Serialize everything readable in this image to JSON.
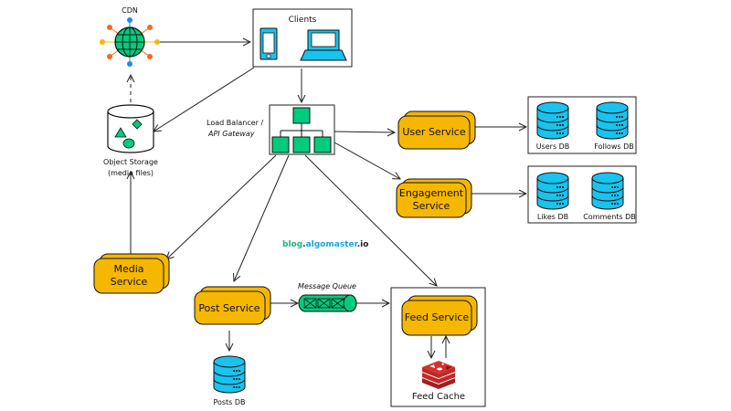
{
  "colors": {
    "service_fill": "#f5b700",
    "db_fill": "#19c3ee",
    "green": "#00cc7e",
    "orange_dot": "#f56a1e",
    "yellow_dot": "#fbb512",
    "blue_dot": "#1a8fe0",
    "redis_red": "#d6302b",
    "watermark_green": "#19b87a",
    "watermark_blue": "#1aa3e0",
    "watermark_dark": "#222222"
  },
  "nodes": {
    "cdn": {
      "label": "CDN"
    },
    "clients": {
      "label": "Clients"
    },
    "object_storage": {
      "label_line1": "Object Storage",
      "label_line2": "(media files)"
    },
    "load_balancer": {
      "label_line1": "Load Balancer /",
      "label_line2": "API Gateway"
    },
    "user_service": {
      "label": "User Service"
    },
    "engagement_service": {
      "label_line1": "Engagement",
      "label_line2": "Service"
    },
    "media_service": {
      "label_line1": "Media",
      "label_line2": "Service"
    },
    "post_service": {
      "label": "Post Service"
    },
    "message_queue": {
      "label": "Message Queue"
    },
    "feed_service": {
      "label": "Feed Service"
    },
    "feed_cache": {
      "label": "Feed Cache"
    },
    "users_db": {
      "label": "Users DB"
    },
    "follows_db": {
      "label": "Follows DB"
    },
    "likes_db": {
      "label": "Likes DB"
    },
    "comments_db": {
      "label": "Comments DB"
    },
    "posts_db": {
      "label": "Posts DB"
    }
  },
  "watermark": {
    "part1": "blog",
    "dot1": ".",
    "part2": "algomaster",
    "dot2": ".",
    "part3": "io"
  },
  "edges": [
    {
      "from": "cdn",
      "to": "clients"
    },
    {
      "from": "object_storage",
      "to": "cdn",
      "style": "dashed"
    },
    {
      "from": "clients",
      "to": "object_storage"
    },
    {
      "from": "clients",
      "to": "load_balancer"
    },
    {
      "from": "load_balancer",
      "to": "user_service"
    },
    {
      "from": "load_balancer",
      "to": "engagement_service"
    },
    {
      "from": "load_balancer",
      "to": "media_service"
    },
    {
      "from": "load_balancer",
      "to": "post_service"
    },
    {
      "from": "load_balancer",
      "to": "feed_service"
    },
    {
      "from": "user_service",
      "to": "users_follows_db"
    },
    {
      "from": "engagement_service",
      "to": "likes_comments_db"
    },
    {
      "from": "media_service",
      "to": "object_storage"
    },
    {
      "from": "post_service",
      "to": "message_queue"
    },
    {
      "from": "post_service",
      "to": "posts_db"
    },
    {
      "from": "message_queue",
      "to": "feed_service"
    },
    {
      "from": "feed_service",
      "to": "feed_cache"
    },
    {
      "from": "feed_cache",
      "to": "feed_service"
    }
  ]
}
